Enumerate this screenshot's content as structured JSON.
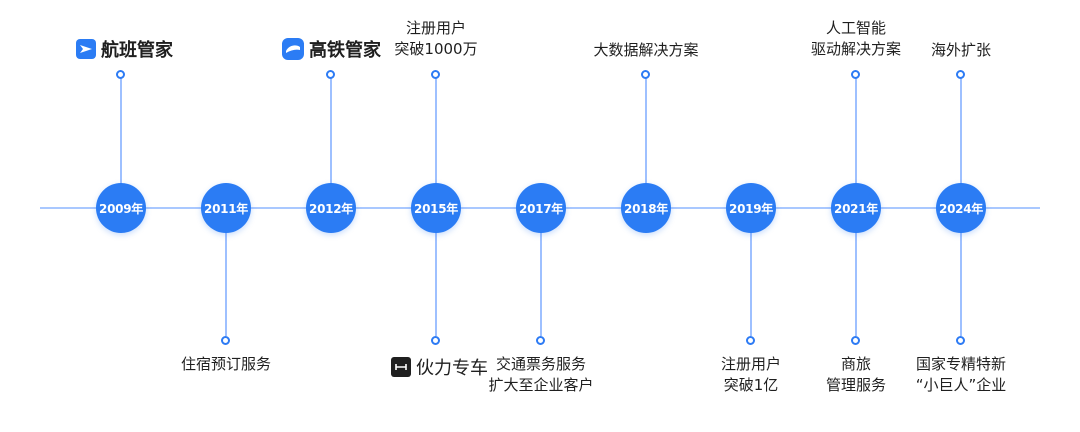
{
  "timeline": {
    "years": [
      "2009年",
      "2011年",
      "2012年",
      "2015年",
      "2017年",
      "2018年",
      "2019年",
      "2021年",
      "2024年"
    ],
    "milestones": {
      "m2009": {
        "brand": "航班管家",
        "icon": "plane-app-icon",
        "color": "#2b7cf4"
      },
      "m2011": {
        "text": "住宿预订服务"
      },
      "m2012": {
        "brand": "高铁管家",
        "icon": "train-app-icon",
        "color": "#2b7cf4"
      },
      "m2015_top": {
        "line1": "注册用户",
        "line2": "突破1000万"
      },
      "m2015_bottom": {
        "brand": "伙力专车",
        "icon": "car-service-icon",
        "color": "#1f1f1f"
      },
      "m2017": {
        "line1": "交通票务服务",
        "line2": "扩大至企业客户"
      },
      "m2018": {
        "text": "大数据解决方案"
      },
      "m2019": {
        "line1": "注册用户",
        "line2": "突破1亿"
      },
      "m2021_top": {
        "line1": "人工智能",
        "line2": "驱动解决方案"
      },
      "m2021_bottom": {
        "line1": "商旅",
        "line2": "管理服务"
      },
      "m2024_top": {
        "text": "海外扩张"
      },
      "m2024_bottom": {
        "line1": "国家专精特新",
        "line2": "“小巨人”企业"
      }
    }
  },
  "colors": {
    "node": "#2b7cf4",
    "axis": "#a9c8ff",
    "stem": "#9ec0ff"
  }
}
